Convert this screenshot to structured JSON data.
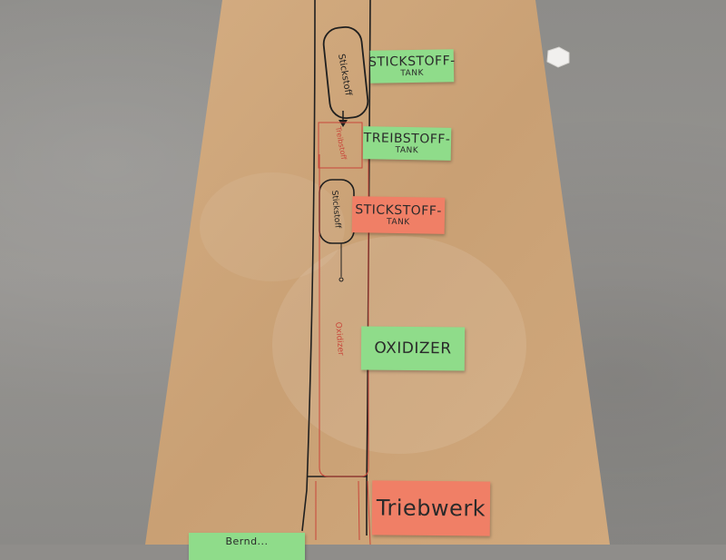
{
  "notes": {
    "stickstoff_tank_top": {
      "line1": "STICKSTOFF-",
      "line2": "TANK",
      "color": "#8fdc8a"
    },
    "treibstoff_tank": {
      "line1": "TREIBSTOFF-",
      "line2": "TANK",
      "color": "#8fdc8a"
    },
    "stickstoff_tank_lower": {
      "line1": "STICKSTOFF-",
      "line2": "TANK",
      "color": "#f07f66"
    },
    "oxidizer": {
      "line1": "OXIDIZER",
      "color": "#8fdc8a"
    },
    "triebwerk": {
      "line1": "Triebwerk",
      "color": "#f07f66"
    },
    "bottom_partial": {
      "line1": "Bernd...",
      "color": "#8fdc8a"
    }
  },
  "drawing_labels": {
    "stickstoff_upper": "Stickstoff",
    "stickstoff_lower": "Stickstoff",
    "treibstoff": "Treibstoff",
    "oxidizer_red": "Oxidizer"
  },
  "colors": {
    "paper": "#cda57a",
    "ink": "#1f1f1f",
    "red_ink": "#c8463a",
    "floor": "#8f8d8a"
  }
}
